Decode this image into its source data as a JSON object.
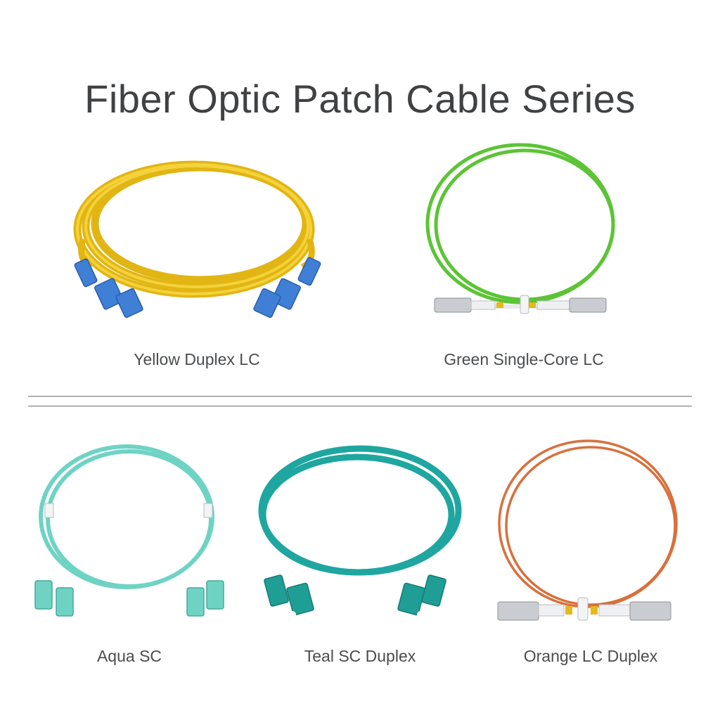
{
  "title": "Fiber Optic Patch Cable Series",
  "products": [
    {
      "name": "Yellow Duplex LC",
      "cable_color": "#f2c81d",
      "connector_color": "#3f7fd6"
    },
    {
      "name": "Green Single-Core LC",
      "cable_color": "#5cc436",
      "connector_color": "#c9cdd2"
    },
    {
      "name": "Aqua SC",
      "cable_color": "#6fd3c4",
      "connector_color": "#6fd3c4"
    },
    {
      "name": "Teal SC Duplex",
      "cable_color": "#1fa6a0",
      "connector_color": "#1f9e96"
    },
    {
      "name": "Orange LC Duplex",
      "cable_color": "#d8703c",
      "connector_color": "#c9cdd2"
    }
  ]
}
